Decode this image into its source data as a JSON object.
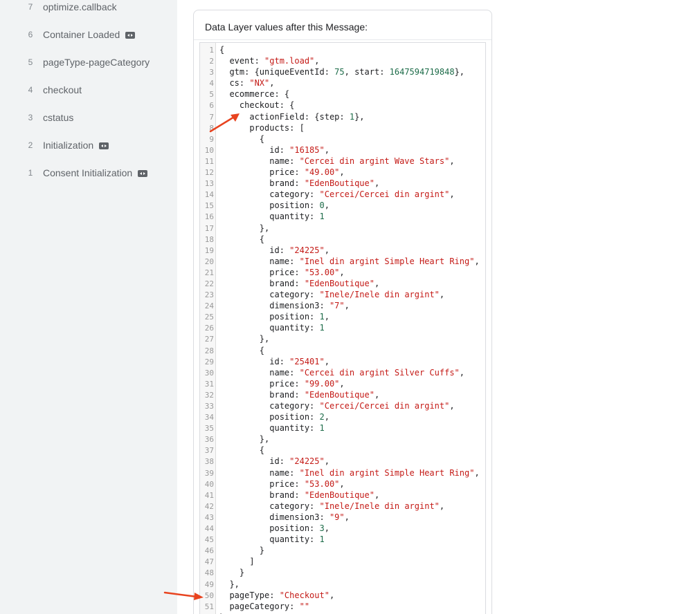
{
  "sidebar": {
    "events": [
      {
        "num": "7",
        "label": "optimize.callback",
        "badge": false
      },
      {
        "num": "6",
        "label": "Container Loaded",
        "badge": true
      },
      {
        "num": "5",
        "label": "pageType-pageCategory",
        "badge": false
      },
      {
        "num": "4",
        "label": "checkout",
        "badge": false
      },
      {
        "num": "3",
        "label": "cstatus",
        "badge": false
      },
      {
        "num": "2",
        "label": "Initialization",
        "badge": true
      },
      {
        "num": "1",
        "label": "Consent Initialization",
        "badge": true
      }
    ]
  },
  "panel": {
    "title": "Data Layer values after this Message:"
  },
  "code": [
    [
      {
        "t": "p",
        "v": "{"
      }
    ],
    [
      {
        "t": "p",
        "v": "  event: "
      },
      {
        "t": "s",
        "v": "\"gtm.load\""
      },
      {
        "t": "p",
        "v": ","
      }
    ],
    [
      {
        "t": "p",
        "v": "  gtm: {uniqueEventId: "
      },
      {
        "t": "n",
        "v": "75"
      },
      {
        "t": "p",
        "v": ", start: "
      },
      {
        "t": "n",
        "v": "1647594719848"
      },
      {
        "t": "p",
        "v": "},"
      }
    ],
    [
      {
        "t": "p",
        "v": "  cs: "
      },
      {
        "t": "s",
        "v": "\"NX\""
      },
      {
        "t": "p",
        "v": ","
      }
    ],
    [
      {
        "t": "p",
        "v": "  ecommerce: {"
      }
    ],
    [
      {
        "t": "p",
        "v": "    checkout: {"
      }
    ],
    [
      {
        "t": "p",
        "v": "      actionField: {step: "
      },
      {
        "t": "n",
        "v": "1"
      },
      {
        "t": "p",
        "v": "},"
      }
    ],
    [
      {
        "t": "p",
        "v": "      products: ["
      }
    ],
    [
      {
        "t": "p",
        "v": "        {"
      }
    ],
    [
      {
        "t": "p",
        "v": "          id: "
      },
      {
        "t": "s",
        "v": "\"16185\""
      },
      {
        "t": "p",
        "v": ","
      }
    ],
    [
      {
        "t": "p",
        "v": "          name: "
      },
      {
        "t": "s",
        "v": "\"Cercei din argint Wave Stars\""
      },
      {
        "t": "p",
        "v": ","
      }
    ],
    [
      {
        "t": "p",
        "v": "          price: "
      },
      {
        "t": "s",
        "v": "\"49.00\""
      },
      {
        "t": "p",
        "v": ","
      }
    ],
    [
      {
        "t": "p",
        "v": "          brand: "
      },
      {
        "t": "s",
        "v": "\"EdenBoutique\""
      },
      {
        "t": "p",
        "v": ","
      }
    ],
    [
      {
        "t": "p",
        "v": "          category: "
      },
      {
        "t": "s",
        "v": "\"Cercei/Cercei din argint\""
      },
      {
        "t": "p",
        "v": ","
      }
    ],
    [
      {
        "t": "p",
        "v": "          position: "
      },
      {
        "t": "n",
        "v": "0"
      },
      {
        "t": "p",
        "v": ","
      }
    ],
    [
      {
        "t": "p",
        "v": "          quantity: "
      },
      {
        "t": "n",
        "v": "1"
      }
    ],
    [
      {
        "t": "p",
        "v": "        },"
      }
    ],
    [
      {
        "t": "p",
        "v": "        {"
      }
    ],
    [
      {
        "t": "p",
        "v": "          id: "
      },
      {
        "t": "s",
        "v": "\"24225\""
      },
      {
        "t": "p",
        "v": ","
      }
    ],
    [
      {
        "t": "p",
        "v": "          name: "
      },
      {
        "t": "s",
        "v": "\"Inel din argint Simple Heart Ring\""
      },
      {
        "t": "p",
        "v": ","
      }
    ],
    [
      {
        "t": "p",
        "v": "          price: "
      },
      {
        "t": "s",
        "v": "\"53.00\""
      },
      {
        "t": "p",
        "v": ","
      }
    ],
    [
      {
        "t": "p",
        "v": "          brand: "
      },
      {
        "t": "s",
        "v": "\"EdenBoutique\""
      },
      {
        "t": "p",
        "v": ","
      }
    ],
    [
      {
        "t": "p",
        "v": "          category: "
      },
      {
        "t": "s",
        "v": "\"Inele/Inele din argint\""
      },
      {
        "t": "p",
        "v": ","
      }
    ],
    [
      {
        "t": "p",
        "v": "          dimension3: "
      },
      {
        "t": "s",
        "v": "\"7\""
      },
      {
        "t": "p",
        "v": ","
      }
    ],
    [
      {
        "t": "p",
        "v": "          position: "
      },
      {
        "t": "n",
        "v": "1"
      },
      {
        "t": "p",
        "v": ","
      }
    ],
    [
      {
        "t": "p",
        "v": "          quantity: "
      },
      {
        "t": "n",
        "v": "1"
      }
    ],
    [
      {
        "t": "p",
        "v": "        },"
      }
    ],
    [
      {
        "t": "p",
        "v": "        {"
      }
    ],
    [
      {
        "t": "p",
        "v": "          id: "
      },
      {
        "t": "s",
        "v": "\"25401\""
      },
      {
        "t": "p",
        "v": ","
      }
    ],
    [
      {
        "t": "p",
        "v": "          name: "
      },
      {
        "t": "s",
        "v": "\"Cercei din argint Silver Cuffs\""
      },
      {
        "t": "p",
        "v": ","
      }
    ],
    [
      {
        "t": "p",
        "v": "          price: "
      },
      {
        "t": "s",
        "v": "\"99.00\""
      },
      {
        "t": "p",
        "v": ","
      }
    ],
    [
      {
        "t": "p",
        "v": "          brand: "
      },
      {
        "t": "s",
        "v": "\"EdenBoutique\""
      },
      {
        "t": "p",
        "v": ","
      }
    ],
    [
      {
        "t": "p",
        "v": "          category: "
      },
      {
        "t": "s",
        "v": "\"Cercei/Cercei din argint\""
      },
      {
        "t": "p",
        "v": ","
      }
    ],
    [
      {
        "t": "p",
        "v": "          position: "
      },
      {
        "t": "n",
        "v": "2"
      },
      {
        "t": "p",
        "v": ","
      }
    ],
    [
      {
        "t": "p",
        "v": "          quantity: "
      },
      {
        "t": "n",
        "v": "1"
      }
    ],
    [
      {
        "t": "p",
        "v": "        },"
      }
    ],
    [
      {
        "t": "p",
        "v": "        {"
      }
    ],
    [
      {
        "t": "p",
        "v": "          id: "
      },
      {
        "t": "s",
        "v": "\"24225\""
      },
      {
        "t": "p",
        "v": ","
      }
    ],
    [
      {
        "t": "p",
        "v": "          name: "
      },
      {
        "t": "s",
        "v": "\"Inel din argint Simple Heart Ring\""
      },
      {
        "t": "p",
        "v": ","
      }
    ],
    [
      {
        "t": "p",
        "v": "          price: "
      },
      {
        "t": "s",
        "v": "\"53.00\""
      },
      {
        "t": "p",
        "v": ","
      }
    ],
    [
      {
        "t": "p",
        "v": "          brand: "
      },
      {
        "t": "s",
        "v": "\"EdenBoutique\""
      },
      {
        "t": "p",
        "v": ","
      }
    ],
    [
      {
        "t": "p",
        "v": "          category: "
      },
      {
        "t": "s",
        "v": "\"Inele/Inele din argint\""
      },
      {
        "t": "p",
        "v": ","
      }
    ],
    [
      {
        "t": "p",
        "v": "          dimension3: "
      },
      {
        "t": "s",
        "v": "\"9\""
      },
      {
        "t": "p",
        "v": ","
      }
    ],
    [
      {
        "t": "p",
        "v": "          position: "
      },
      {
        "t": "n",
        "v": "3"
      },
      {
        "t": "p",
        "v": ","
      }
    ],
    [
      {
        "t": "p",
        "v": "          quantity: "
      },
      {
        "t": "n",
        "v": "1"
      }
    ],
    [
      {
        "t": "p",
        "v": "        }"
      }
    ],
    [
      {
        "t": "p",
        "v": "      ]"
      }
    ],
    [
      {
        "t": "p",
        "v": "    }"
      }
    ],
    [
      {
        "t": "p",
        "v": "  },"
      }
    ],
    [
      {
        "t": "p",
        "v": "  pageType: "
      },
      {
        "t": "s",
        "v": "\"Checkout\""
      },
      {
        "t": "p",
        "v": ","
      }
    ],
    [
      {
        "t": "p",
        "v": "  pageCategory: "
      },
      {
        "t": "s",
        "v": "\"\""
      }
    ],
    [
      {
        "t": "p",
        "v": "}"
      }
    ]
  ],
  "colors": {
    "string": "#c41a16",
    "number": "#1c6b48",
    "annotation_arrow": "#e8431f"
  },
  "icons": {
    "tag_badge": "code-brackets-icon",
    "annotation": "red-arrow-icon"
  }
}
